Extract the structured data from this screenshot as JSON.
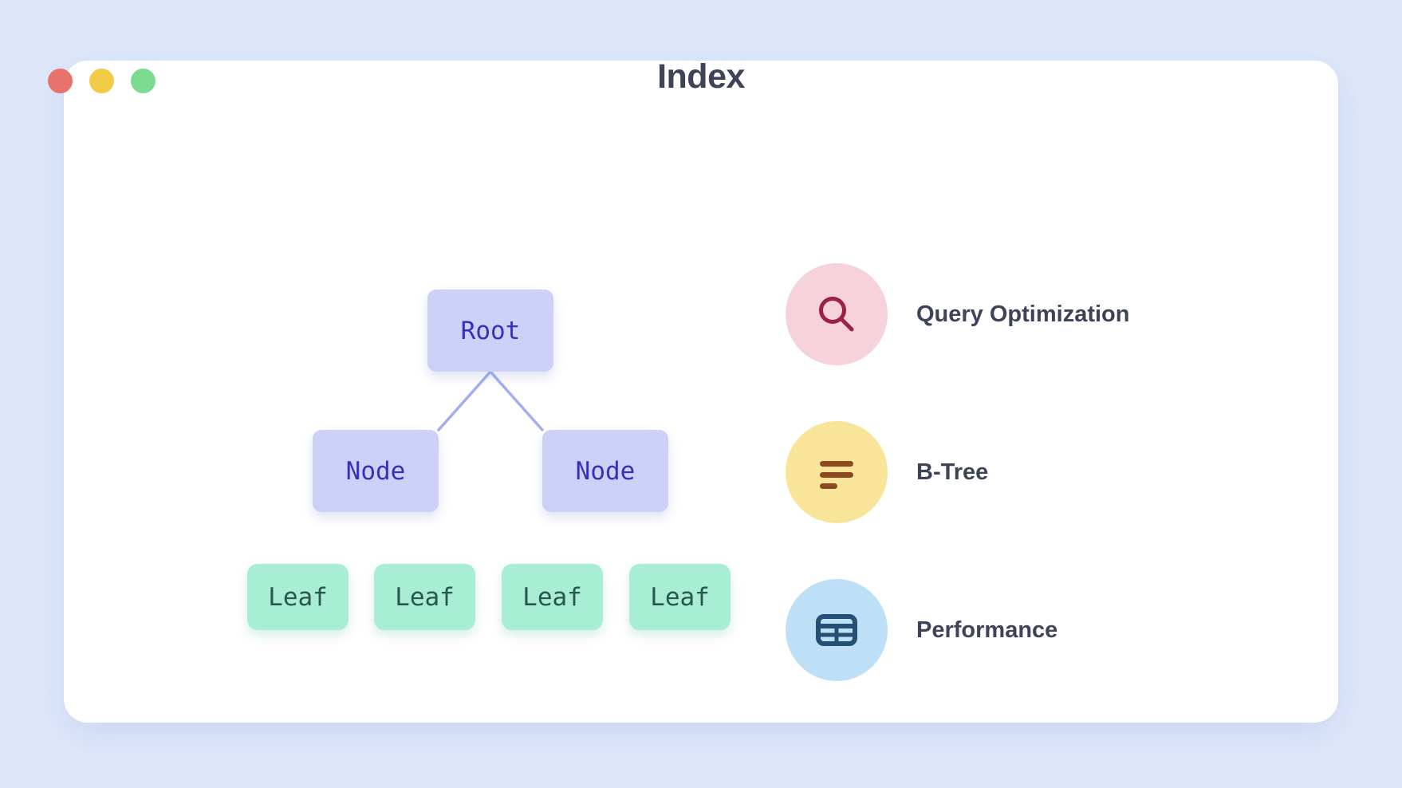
{
  "page": {
    "background_color": "#dee7fa",
    "card_background": "#ffffff"
  },
  "window": {
    "title": "Index",
    "controls": [
      {
        "name": "close",
        "color": "#e8736c"
      },
      {
        "name": "minimize",
        "color": "#f2cc47"
      },
      {
        "name": "maximize",
        "color": "#7bdb91"
      }
    ]
  },
  "diagram": {
    "type": "tree",
    "edge_color": "#a3aef0",
    "levels": [
      {
        "level": 0,
        "node_fill": "#cbd1f7",
        "node_text_color": "#3730b8",
        "nodes": [
          {
            "label": "Root"
          }
        ]
      },
      {
        "level": 1,
        "node_fill": "#cbd1f7",
        "node_text_color": "#3730b8",
        "nodes": [
          {
            "label": "Node"
          },
          {
            "label": "Node"
          }
        ]
      },
      {
        "level": 2,
        "node_fill": "#a7eed5",
        "node_text_color": "#2a5651",
        "nodes": [
          {
            "label": "Leaf"
          },
          {
            "label": "Leaf"
          },
          {
            "label": "Leaf"
          },
          {
            "label": "Leaf"
          }
        ]
      }
    ]
  },
  "features": [
    {
      "label": "Query Optimization",
      "icon": "search-icon",
      "circle_color": "#f6d2da",
      "icon_color": "#9b2242"
    },
    {
      "label": "B-Tree",
      "icon": "lines-icon",
      "circle_color": "#f8e59a",
      "icon_color": "#8b4a20"
    },
    {
      "label": "Performance",
      "icon": "table-icon",
      "circle_color": "#bee0f7",
      "icon_color": "#255075"
    }
  ]
}
